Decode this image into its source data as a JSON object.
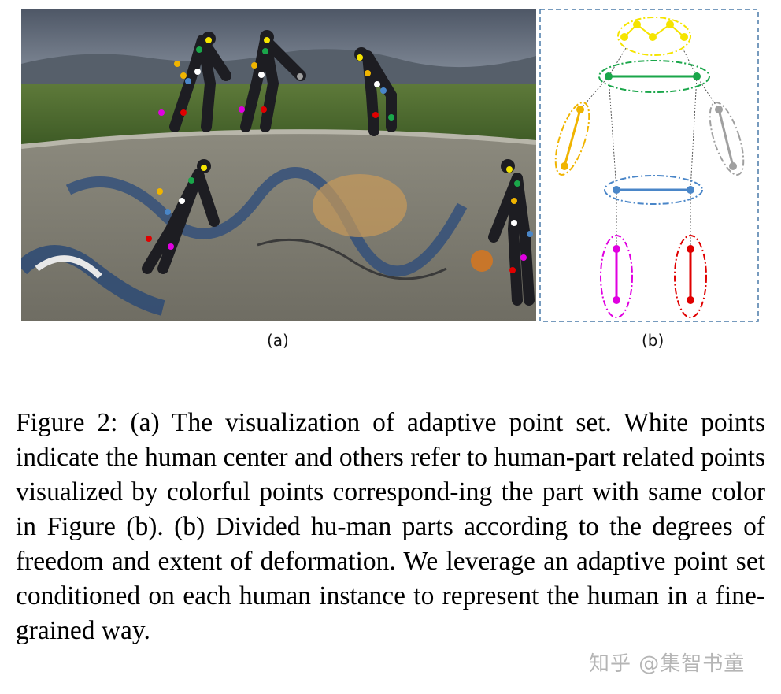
{
  "figure": {
    "panel_a_label": "(a)",
    "panel_b_label": "(b)",
    "panel_a_description_icon": "skatepark-photo",
    "colors": {
      "head": "#f5e400",
      "shoulders": "#1aa64a",
      "left_arm": "#f0b400",
      "right_arm": "#a0a0a0",
      "hips": "#4a86c8",
      "left_leg": "#e000e0",
      "right_leg": "#e00000",
      "center": "#ffffff",
      "frame": "#4a7aa8"
    }
  },
  "caption": {
    "text": "Figure 2: (a) The visualization of adaptive point set. White points indicate the human center and others refer to human-part related points visualized by colorful points correspond-ing the part with same color in Figure (b). (b) Divided hu-man parts according to the degrees of freedom and extent of deformation. We leverage an adaptive point set conditioned on each human instance to represent the human in a fine-grained way."
  },
  "watermark": {
    "text": "知乎 @集智书童"
  }
}
